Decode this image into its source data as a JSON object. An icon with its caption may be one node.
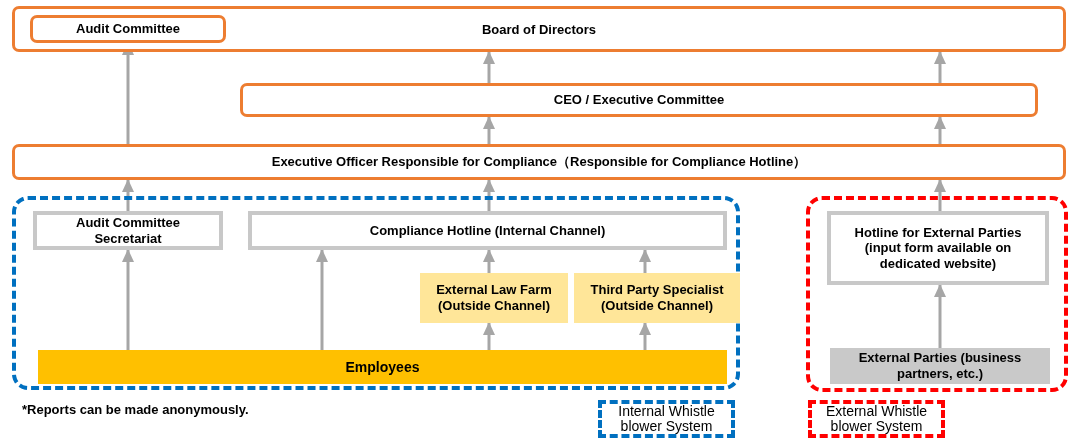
{
  "diagram": {
    "nodes": [
      {
        "text": [
          "Board of Directors"
        ]
      },
      {
        "text": [
          "Audit Committee"
        ],
        "in": 0
      },
      {
        "text": [
          "CEO / Executive Committee"
        ]
      },
      {
        "text": [
          "Executive Officer Responsible for Compliance（Responsible for Compliance Hotline）"
        ]
      },
      {
        "text": [],
        "shape": "box"
      },
      {
        "text": [
          "Audit Committee Secretariat"
        ],
        "in": 4
      },
      {
        "text": [
          "Compliance Hotline (Internal Channel)"
        ],
        "in": 4
      },
      {
        "text": [
          "External Law Farm (Outside Channel)"
        ],
        "in": 4
      },
      {
        "text": [
          "Third Party Specialist (Outside Channel)"
        ],
        "in": 4
      },
      {
        "text": [
          "Employees"
        ],
        "in": 4
      },
      {
        "text": [],
        "shape": "box"
      },
      {
        "text": [
          "Hotline for External Parties (input form available on dedicated website)"
        ],
        "in": 10
      },
      {
        "text": [
          "External Parties (business partners, etc.)"
        ],
        "in": 10
      },
      {
        "text": [
          "Internal Whistle blower System"
        ]
      },
      {
        "text": [
          "External Whistle blower System"
        ]
      }
    ],
    "edges": [
      {
        "from": 3,
        "to": 1,
        "arrow": "to"
      },
      {
        "from": 2,
        "to": 0,
        "arrow": "to"
      },
      {
        "from": 2,
        "to": 0,
        "arrow": "to"
      },
      {
        "from": 3,
        "to": 2,
        "arrow": "to"
      },
      {
        "from": 3,
        "to": 2,
        "arrow": "to"
      },
      {
        "from": 5,
        "to": 3,
        "arrow": "to"
      },
      {
        "from": 6,
        "to": 3,
        "arrow": "to"
      },
      {
        "from": 11,
        "to": 3,
        "arrow": "to"
      },
      {
        "from": 9,
        "to": 5,
        "arrow": "to"
      },
      {
        "from": 9,
        "to": 6,
        "arrow": "to"
      },
      {
        "from": 7,
        "to": 6,
        "arrow": "to"
      },
      {
        "from": 8,
        "to": 6,
        "arrow": "to"
      },
      {
        "from": 9,
        "to": 7,
        "arrow": "to"
      },
      {
        "from": 9,
        "to": 8,
        "arrow": "to"
      },
      {
        "from": 12,
        "to": 11,
        "arrow": "to"
      }
    ],
    "labels": [
      "*Reports can be made anonymously."
    ]
  }
}
